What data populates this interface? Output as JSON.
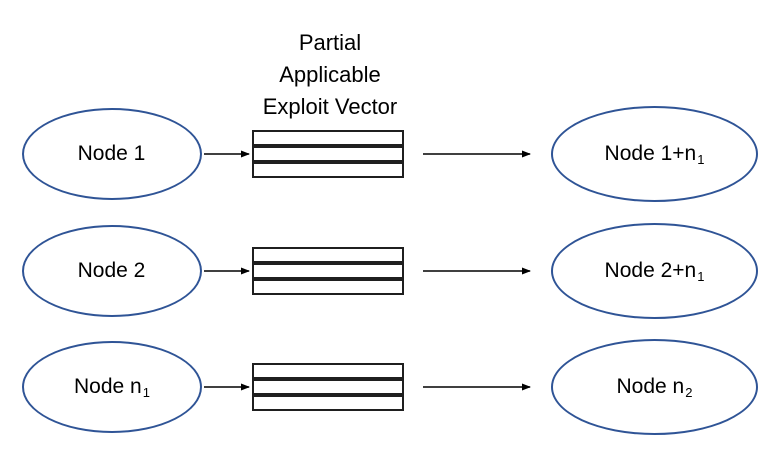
{
  "title": {
    "lines": [
      "Partial",
      "Applicable",
      "Exploit Vector"
    ]
  },
  "colors": {
    "background": "#ffffff",
    "ellipse_stroke": "#2F5496",
    "box_stroke": "#1f1f1f",
    "arrow": "#000000",
    "text": "#000000"
  },
  "exploit_vector": {
    "cells": 3
  },
  "rows": [
    {
      "left": {
        "text": "Node 1",
        "sub": ""
      },
      "right": {
        "text": "Node 1+n",
        "sub": "1"
      }
    },
    {
      "left": {
        "text": "Node 2",
        "sub": ""
      },
      "right": {
        "text": "Node 2+n",
        "sub": "1"
      }
    },
    {
      "left": {
        "text": "Node n",
        "sub": "1"
      },
      "right": {
        "text": "Node n",
        "sub": "2"
      }
    }
  ]
}
